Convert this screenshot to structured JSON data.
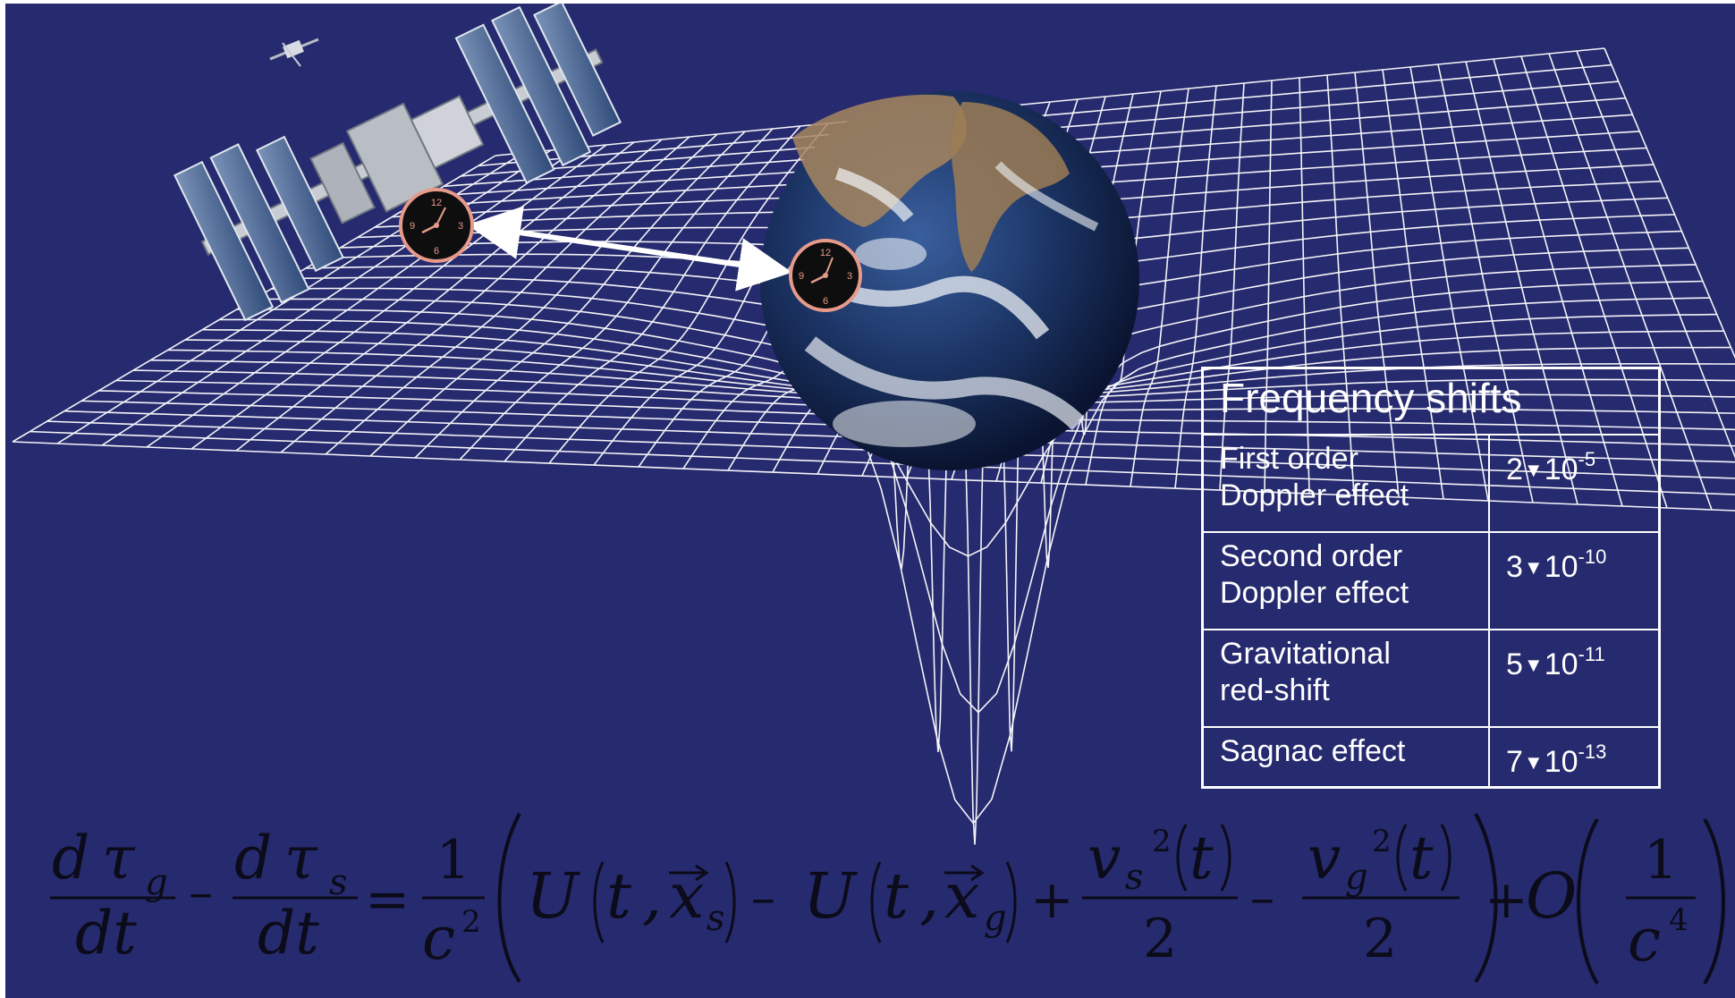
{
  "table": {
    "title": "Frequency shifts",
    "rows": [
      {
        "label_line1": "First order",
        "label_line2": "Doppler effect",
        "mantissa": "2",
        "base": "10",
        "exponent": "-5"
      },
      {
        "label_line1": "Second order",
        "label_line2": "Doppler effect",
        "mantissa": "3",
        "base": "10",
        "exponent": "-10"
      },
      {
        "label_line1": "Gravitational",
        "label_line2": "red-shift",
        "mantissa": "5",
        "base": "10",
        "exponent": "-11"
      },
      {
        "label_line1": "Sagnac effect",
        "label_line2": "",
        "mantissa": "7",
        "base": "10",
        "exponent": "-13"
      }
    ],
    "multiply_glyph": "▼"
  },
  "equation": {
    "d": "d",
    "tau": "τ",
    "sub_g": "g",
    "sub_s": "s",
    "dt": "dt",
    "minus": "–",
    "equals": "=",
    "one": "1",
    "c": "c",
    "exp2": "2",
    "exp4": "4",
    "U": "U",
    "t": "t",
    "comma": ",",
    "x": "x",
    "v": "v",
    "plus": "+",
    "two": "2",
    "O": "O"
  },
  "clock_numerals": [
    "12",
    "3",
    "6",
    "9"
  ],
  "colors": {
    "background": "#262a6e",
    "grid": "#ffffff",
    "equation": "#0b0b1a",
    "clock_face": "#0e0e0e",
    "clock_rim": "#e79a8a"
  },
  "icons": {
    "station": "space-station-icon",
    "satellite": "satellite-icon",
    "earth": "earth-globe-icon",
    "clock": "clock-icon",
    "link": "double-arrow-icon"
  }
}
